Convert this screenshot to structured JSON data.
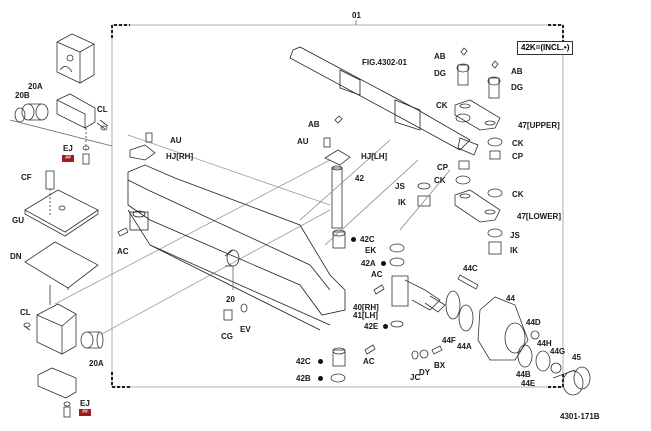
{
  "diagram": {
    "assembly_number": "01",
    "drawing_number": "4301-171B",
    "note": "42K=(INCL.•)",
    "reference_figure": "FIG.4302-01",
    "colors": {
      "line": "#333333",
      "badge": "#a01a22",
      "background": "#ffffff"
    }
  },
  "labels": {
    "20a_top": "20A",
    "20b": "20B",
    "cl_top": "CL",
    "ej_top": "EJ",
    "cf": "CF",
    "gu": "GU",
    "dn": "DN",
    "cl_bottom": "CL",
    "20a_bottom": "20A",
    "ej_bottom": "EJ",
    "au_rh": "AU",
    "hj_rh": "HJ[RH]",
    "ac_left": "AC",
    "part20": "20",
    "cg": "CG",
    "ev": "EV",
    "ab_mid": "AB",
    "au_lh": "AU",
    "hj_lh": "HJ[LH]",
    "part42": "42",
    "42c_top": "42C",
    "ek": "EK",
    "42a": "42A",
    "ac_mid": "AC",
    "40rh": "40[RH]",
    "41lh": "41[LH]",
    "42e": "42E",
    "ac_low": "AC",
    "42c_bottom": "42C",
    "42b": "42B",
    "jc": "JC",
    "dy": "DY",
    "bx": "BX",
    "44f": "44F",
    "44a": "44A",
    "44c": "44C",
    "44": "44",
    "44d": "44D",
    "44h": "44H",
    "44g": "44G",
    "44b": "44B",
    "44e": "44E",
    "45": "45",
    "ab_r1": "AB",
    "dg_r1": "DG",
    "ab_r2": "AB",
    "dg_r2": "DG",
    "ck_1": "CK",
    "47upper": "47[UPPER]",
    "ck_2": "CK",
    "cp_right": "CP",
    "cp_left": "CP",
    "ck_3": "CK",
    "ck_4": "CK",
    "js_left": "JS",
    "ik_left": "IK",
    "47lower": "47[LOWER]",
    "js_right": "JS",
    "ik_right": "IK"
  },
  "badges": {
    "top": "##",
    "bottom": "##"
  }
}
